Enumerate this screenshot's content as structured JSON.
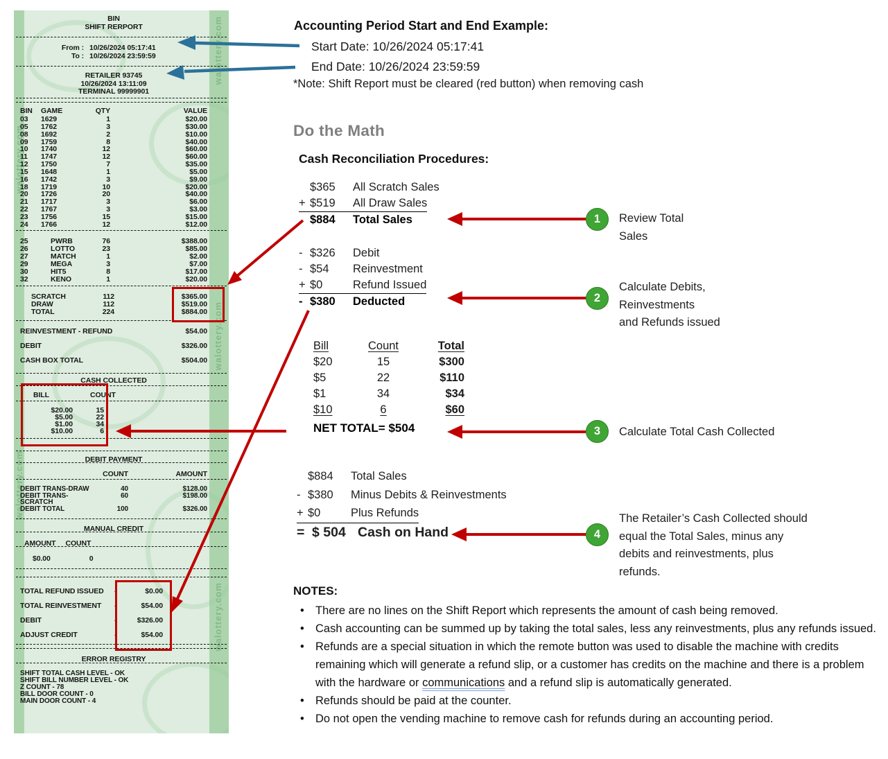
{
  "colors": {
    "red": "#C00000",
    "blue": "#2B7199",
    "green": "#3FA535",
    "gray": "#7F7F7F",
    "rbg": "#DEEDDF",
    "rstrip": "#ABD4AC"
  },
  "receipt": {
    "watermark": "walottery.com",
    "title1": "BIN",
    "title2": "SHIFT RERPORT",
    "from_label": "From :",
    "from_value": "10/26/2024  05:17:41",
    "to_label": "To :",
    "to_value": "10/26/2024  23:59:59",
    "retailer": "RETAILER 93745",
    "datetime": "10/26/2024  13:11:09",
    "terminal": "TERMINAL 99999901",
    "col_bin": "BIN",
    "col_game": "GAME",
    "col_qty": "QTY",
    "col_value": "VALUE",
    "bin_rows": [
      {
        "bin": "03",
        "game": "1629",
        "qty": "1",
        "value": "$20.00"
      },
      {
        "bin": "05",
        "game": "1762",
        "qty": "3",
        "value": "$30.00"
      },
      {
        "bin": "08",
        "game": "1692",
        "qty": "2",
        "value": "$10.00"
      },
      {
        "bin": "09",
        "game": "1759",
        "qty": "8",
        "value": "$40.00"
      },
      {
        "bin": "10",
        "game": "1740",
        "qty": "12",
        "value": "$60.00"
      },
      {
        "bin": "11",
        "game": "1747",
        "qty": "12",
        "value": "$60.00"
      },
      {
        "bin": "12",
        "game": "1750",
        "qty": "7",
        "value": "$35.00"
      },
      {
        "bin": "15",
        "game": "1648",
        "qty": "1",
        "value": "$5.00"
      },
      {
        "bin": "16",
        "game": "1742",
        "qty": "3",
        "value": "$9.00"
      },
      {
        "bin": "18",
        "game": "1719",
        "qty": "10",
        "value": "$20.00"
      },
      {
        "bin": "20",
        "game": "1726",
        "qty": "20",
        "value": "$40.00"
      },
      {
        "bin": "21",
        "game": "1717",
        "qty": "3",
        "value": "$6.00"
      },
      {
        "bin": "22",
        "game": "1767",
        "qty": "3",
        "value": "$3.00"
      },
      {
        "bin": "23",
        "game": "1756",
        "qty": "15",
        "value": "$15.00"
      },
      {
        "bin": "24",
        "game": "1766",
        "qty": "12",
        "value": "$12.00"
      }
    ],
    "draw_rows": [
      {
        "bin": "25",
        "game": "PWRB",
        "qty": "76",
        "value": "$388.00"
      },
      {
        "bin": "26",
        "game": "LOTTO",
        "qty": "23",
        "value": "$85.00"
      },
      {
        "bin": "27",
        "game": "MATCH",
        "qty": "1",
        "value": "$2.00"
      },
      {
        "bin": "29",
        "game": "MEGA",
        "qty": "3",
        "value": "$7.00"
      },
      {
        "bin": "30",
        "game": "HIT5",
        "qty": "8",
        "value": "$17.00"
      },
      {
        "bin": "32",
        "game": "KENO",
        "qty": "1",
        "value": "$20.00"
      }
    ],
    "totals": [
      {
        "label": "SCRATCH",
        "qty": "112",
        "value": "$365.00"
      },
      {
        "label": "DRAW",
        "qty": "112",
        "value": "$519.00"
      },
      {
        "label": "TOTAL",
        "qty": "224",
        "value": "$884.00"
      }
    ],
    "summary": [
      {
        "label": "REINVESTMENT  - REFUND",
        "value": "$54.00"
      },
      {
        "label": "DEBIT",
        "value": "$326.00"
      },
      {
        "label": "CASH BOX TOTAL",
        "value": "$504.00"
      }
    ],
    "cash_collected_title": "CASH COLLECTED",
    "bill_col": "BILL",
    "count_col": "COUNT",
    "bill_rows": [
      {
        "bill": "$20.00",
        "count": "15"
      },
      {
        "bill": "$5.00",
        "count": "22"
      },
      {
        "bill": "$1.00",
        "count": "34"
      },
      {
        "bill": "$10.00",
        "count": "6"
      }
    ],
    "debit_payment_title": "DEBIT PAYMENT",
    "debit_count_col": "COUNT",
    "debit_amount_col": "AMOUNT",
    "debit_rows": [
      {
        "label": "DEBIT  TRANS-DRAW",
        "count": "40",
        "amount": "$128.00"
      },
      {
        "label": "DEBIT  TRANS-SCRATCH",
        "count": "60",
        "amount": "$198.00"
      },
      {
        "label": "DEBIT  TOTAL",
        "count": "100",
        "amount": "$326.00"
      }
    ],
    "manual_credit_title": "MANUAL CREDIT",
    "manual_amount_col": "AMOUNT",
    "manual_count_col": "COUNT",
    "manual_amount": "$0.00",
    "manual_count": "0",
    "adjust_rows": [
      {
        "label": "TOTAL REFUND ISSUED",
        "dash": "-",
        "value": "$0.00"
      },
      {
        "label": "TOTAL REINVESTMENT",
        "dash": "-",
        "value": "$54.00"
      },
      {
        "label": "DEBIT",
        "dash": "-",
        "value": "$326.00"
      },
      {
        "label": "ADJUST CREDIT",
        "dash": "-",
        "value": "$54.00"
      }
    ],
    "error_registry_title": "ERROR REGISTRY",
    "error_rows": [
      "SHIFT TOTAL CASH LEVEL  -  OK",
      "SHIFT BILL NUMBER LEVEL  -  OK",
      "Z COUNT  -  78",
      "BILL DOOR COUNT  -  0",
      "MAIN DOOR COUNT  -  4"
    ]
  },
  "top": {
    "heading": "Accounting Period Start and End Example:",
    "start_line": "Start Date:  10/26/2024  05:17:41",
    "end_line": "End Date: 10/26/2024  23:59:59",
    "note_line": "*Note: Shift Report must be cleared (red button) when removing cash"
  },
  "math_section": {
    "do_the_math": "Do the Math",
    "cash_recon": "Cash Reconciliation Procedures:",
    "block1": {
      "l1": {
        "sign": "",
        "amt": "$365",
        "desc": "All Scratch Sales"
      },
      "l2": {
        "sign": "+",
        "amt": "$519",
        "desc": "All Draw Sales"
      },
      "l3": {
        "sign": "",
        "amt": "$884",
        "desc": "Total Sales"
      }
    },
    "block2": {
      "l1": {
        "sign": "-",
        "amt": "$326",
        "desc": "Debit"
      },
      "l2": {
        "sign": "-",
        "amt": "$54",
        "desc": "Reinvestment"
      },
      "l3": {
        "sign": "+",
        "amt": "$0",
        "desc": "Refund Issued"
      },
      "l4": {
        "sign": "-",
        "amt": "$380",
        "desc": "Deducted"
      }
    },
    "bill_table": {
      "h1": "Bill",
      "h2": "Count",
      "h3": "Total",
      "rows": [
        {
          "bill": "$20",
          "count": "15",
          "total": "$300"
        },
        {
          "bill": "$5",
          "count": "22",
          "total": "$110"
        },
        {
          "bill": "$1",
          "count": "34",
          "total": "$34"
        },
        {
          "bill": "$10",
          "count": "6",
          "total": "$60"
        }
      ],
      "net_total": "NET TOTAL= $504"
    },
    "block4": {
      "l1": {
        "sign": "",
        "amt": "$884",
        "desc": "Total Sales"
      },
      "l2": {
        "sign": "-",
        "amt": "$380",
        "desc": "Minus Debits & Reinvestments"
      },
      "l3": {
        "sign": "+",
        "amt": "$0",
        "desc": "Plus Refunds"
      },
      "l4": {
        "sign": "=",
        "amt": "$ 504",
        "desc": "Cash on Hand"
      }
    }
  },
  "steps": [
    {
      "num": "1",
      "text": "Review Total\nSales"
    },
    {
      "num": "2",
      "text": "Calculate Debits,\nReinvestments\nand Refunds issued"
    },
    {
      "num": "3",
      "text": "Calculate Total Cash Collected"
    },
    {
      "num": "4",
      "text": "The Retailer’s Cash Collected should\nequal the Total Sales, minus any\ndebits and reinvestments, plus\nrefunds."
    }
  ],
  "notes": {
    "heading": "NOTES:",
    "b1": "There are no lines on the Shift Report which represents the amount of cash being removed.",
    "b2": "Cash accounting can be summed up by taking the total sales, less any reinvestments, plus any refunds issued.",
    "b3_before": "Refunds are a special situation in which the remote button was used to disable the machine with credits remaining which will generate a refund slip, or a customer has credits on the machine and there is a problem with the hardware or ",
    "b3_word": "communications",
    "b3_after": " and a refund slip is automatically generated.",
    "b4": "Refunds should be paid at the counter.",
    "b5": "Do not open the vending machine to remove cash for refunds during an accounting period."
  }
}
